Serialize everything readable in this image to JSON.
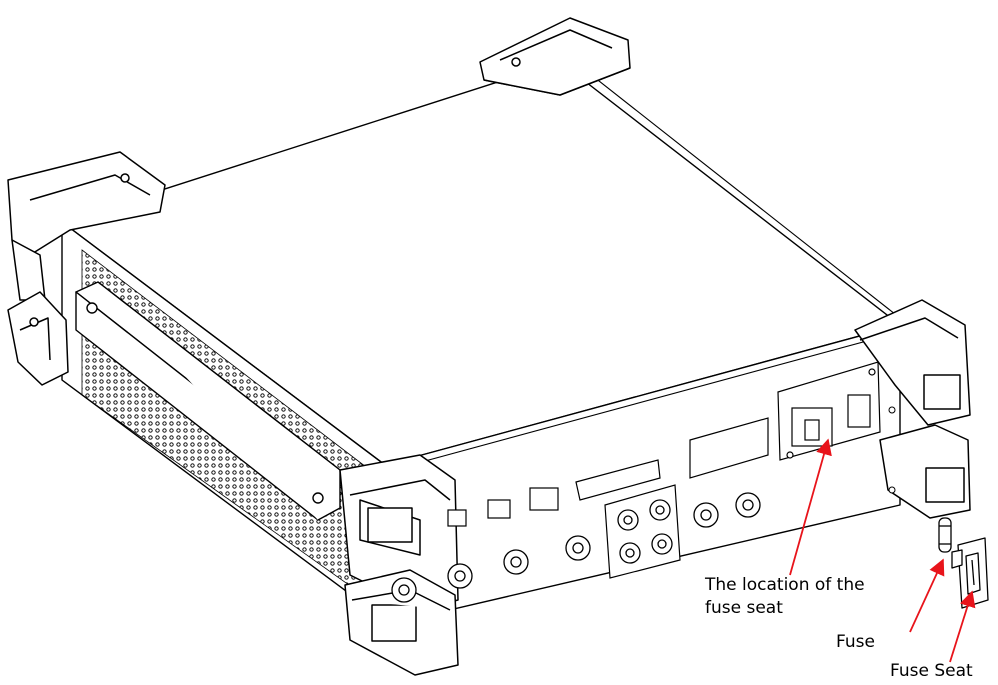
{
  "callouts": {
    "location_line1": "The location of the",
    "location_line2": "fuse seat",
    "fuse": "Fuse",
    "fuse_seat": "Fuse Seat"
  },
  "colors": {
    "line": "#000000",
    "arrow": "#e8141b",
    "background": "#ffffff"
  },
  "icons": {
    "fuse": "fuse-icon",
    "fuse_seat": "fuse-seat-icon"
  }
}
